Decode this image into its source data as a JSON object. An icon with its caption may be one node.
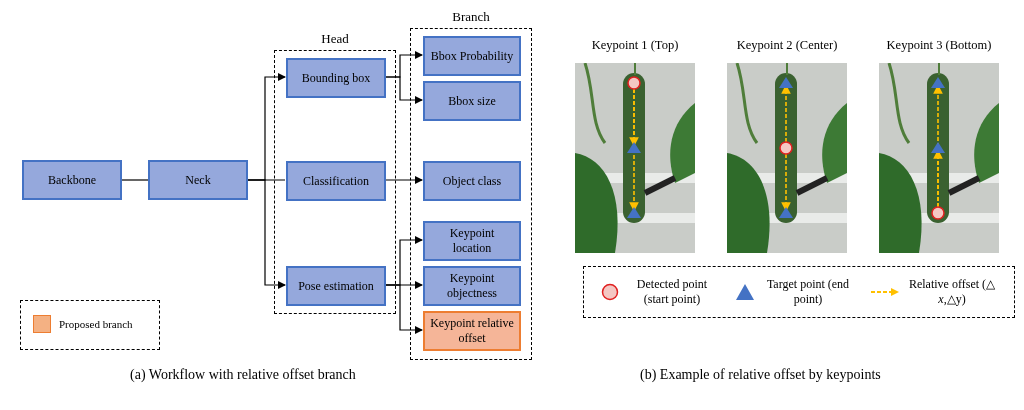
{
  "diagram": {
    "nodes": [
      {
        "text": [
          "Head"
        ]
      },
      {
        "text": [
          "Branch"
        ]
      },
      {
        "text": [
          "Backbone"
        ]
      },
      {
        "text": [
          "Neck"
        ]
      },
      {
        "text": [
          "Bounding box"
        ],
        "in": 0
      },
      {
        "text": [
          "Classification"
        ],
        "in": 0
      },
      {
        "text": [
          "Pose estimation"
        ],
        "in": 0
      },
      {
        "text": [
          "Bbox Probability"
        ],
        "in": 1
      },
      {
        "text": [
          "Bbox size"
        ],
        "in": 1
      },
      {
        "text": [
          "Object class"
        ],
        "in": 1
      },
      {
        "text": [
          "Keypoint location"
        ],
        "in": 1
      },
      {
        "text": [
          "Keypoint objectness"
        ],
        "in": 1
      },
      {
        "text": [
          "Keypoint relative offset"
        ],
        "in": 1
      }
    ],
    "edges": [
      {
        "from": 2,
        "to": 3,
        "arrow": "none"
      },
      {
        "from": 3,
        "to": 4,
        "arrow": "to"
      },
      {
        "from": 3,
        "to": 5,
        "arrow": "none"
      },
      {
        "from": 3,
        "to": 6,
        "arrow": "to"
      },
      {
        "from": 4,
        "to": 7,
        "arrow": "to"
      },
      {
        "from": 4,
        "to": 8,
        "arrow": "to"
      },
      {
        "from": 5,
        "to": 9,
        "arrow": "to"
      },
      {
        "from": 6,
        "to": 10,
        "arrow": "to"
      },
      {
        "from": 6,
        "to": 11,
        "arrow": "to"
      },
      {
        "from": 6,
        "to": 12,
        "arrow": "to"
      }
    ],
    "labels": [
      "Keypoint 1 (Top)",
      "Keypoint 2 (Center)",
      "Keypoint 3 (Bottom)",
      "(a) Workflow with relative offset branch",
      "(b) Example of relative offset by keypoints"
    ],
    "legend": [
      {
        "text": "Proposed branch",
        "color": "#f4b183"
      },
      {
        "text": "Detected point (start point)"
      },
      {
        "text": "Target point (end point)"
      },
      {
        "text": "Relative offset (△ *x*,△y)"
      }
    ]
  }
}
